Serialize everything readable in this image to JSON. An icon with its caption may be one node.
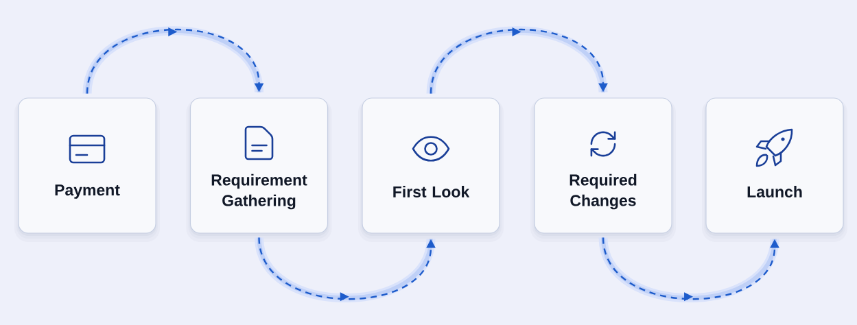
{
  "diagram": {
    "nodes": [
      {
        "text": [
          "Payment"
        ]
      },
      {
        "text": [
          "Requirement Gathering"
        ]
      },
      {
        "text": [
          "First Look"
        ]
      },
      {
        "text": [
          "Required Changes"
        ]
      },
      {
        "text": [
          "Launch"
        ]
      }
    ],
    "edges": [
      {
        "from": 0,
        "to": 1,
        "arrow": "to",
        "style": "dashed"
      },
      {
        "from": 1,
        "to": 2,
        "arrow": "to",
        "style": "dashed"
      },
      {
        "from": 2,
        "to": 3,
        "arrow": "to",
        "style": "dashed"
      },
      {
        "from": 3,
        "to": 4,
        "arrow": "to",
        "style": "dashed"
      }
    ]
  }
}
